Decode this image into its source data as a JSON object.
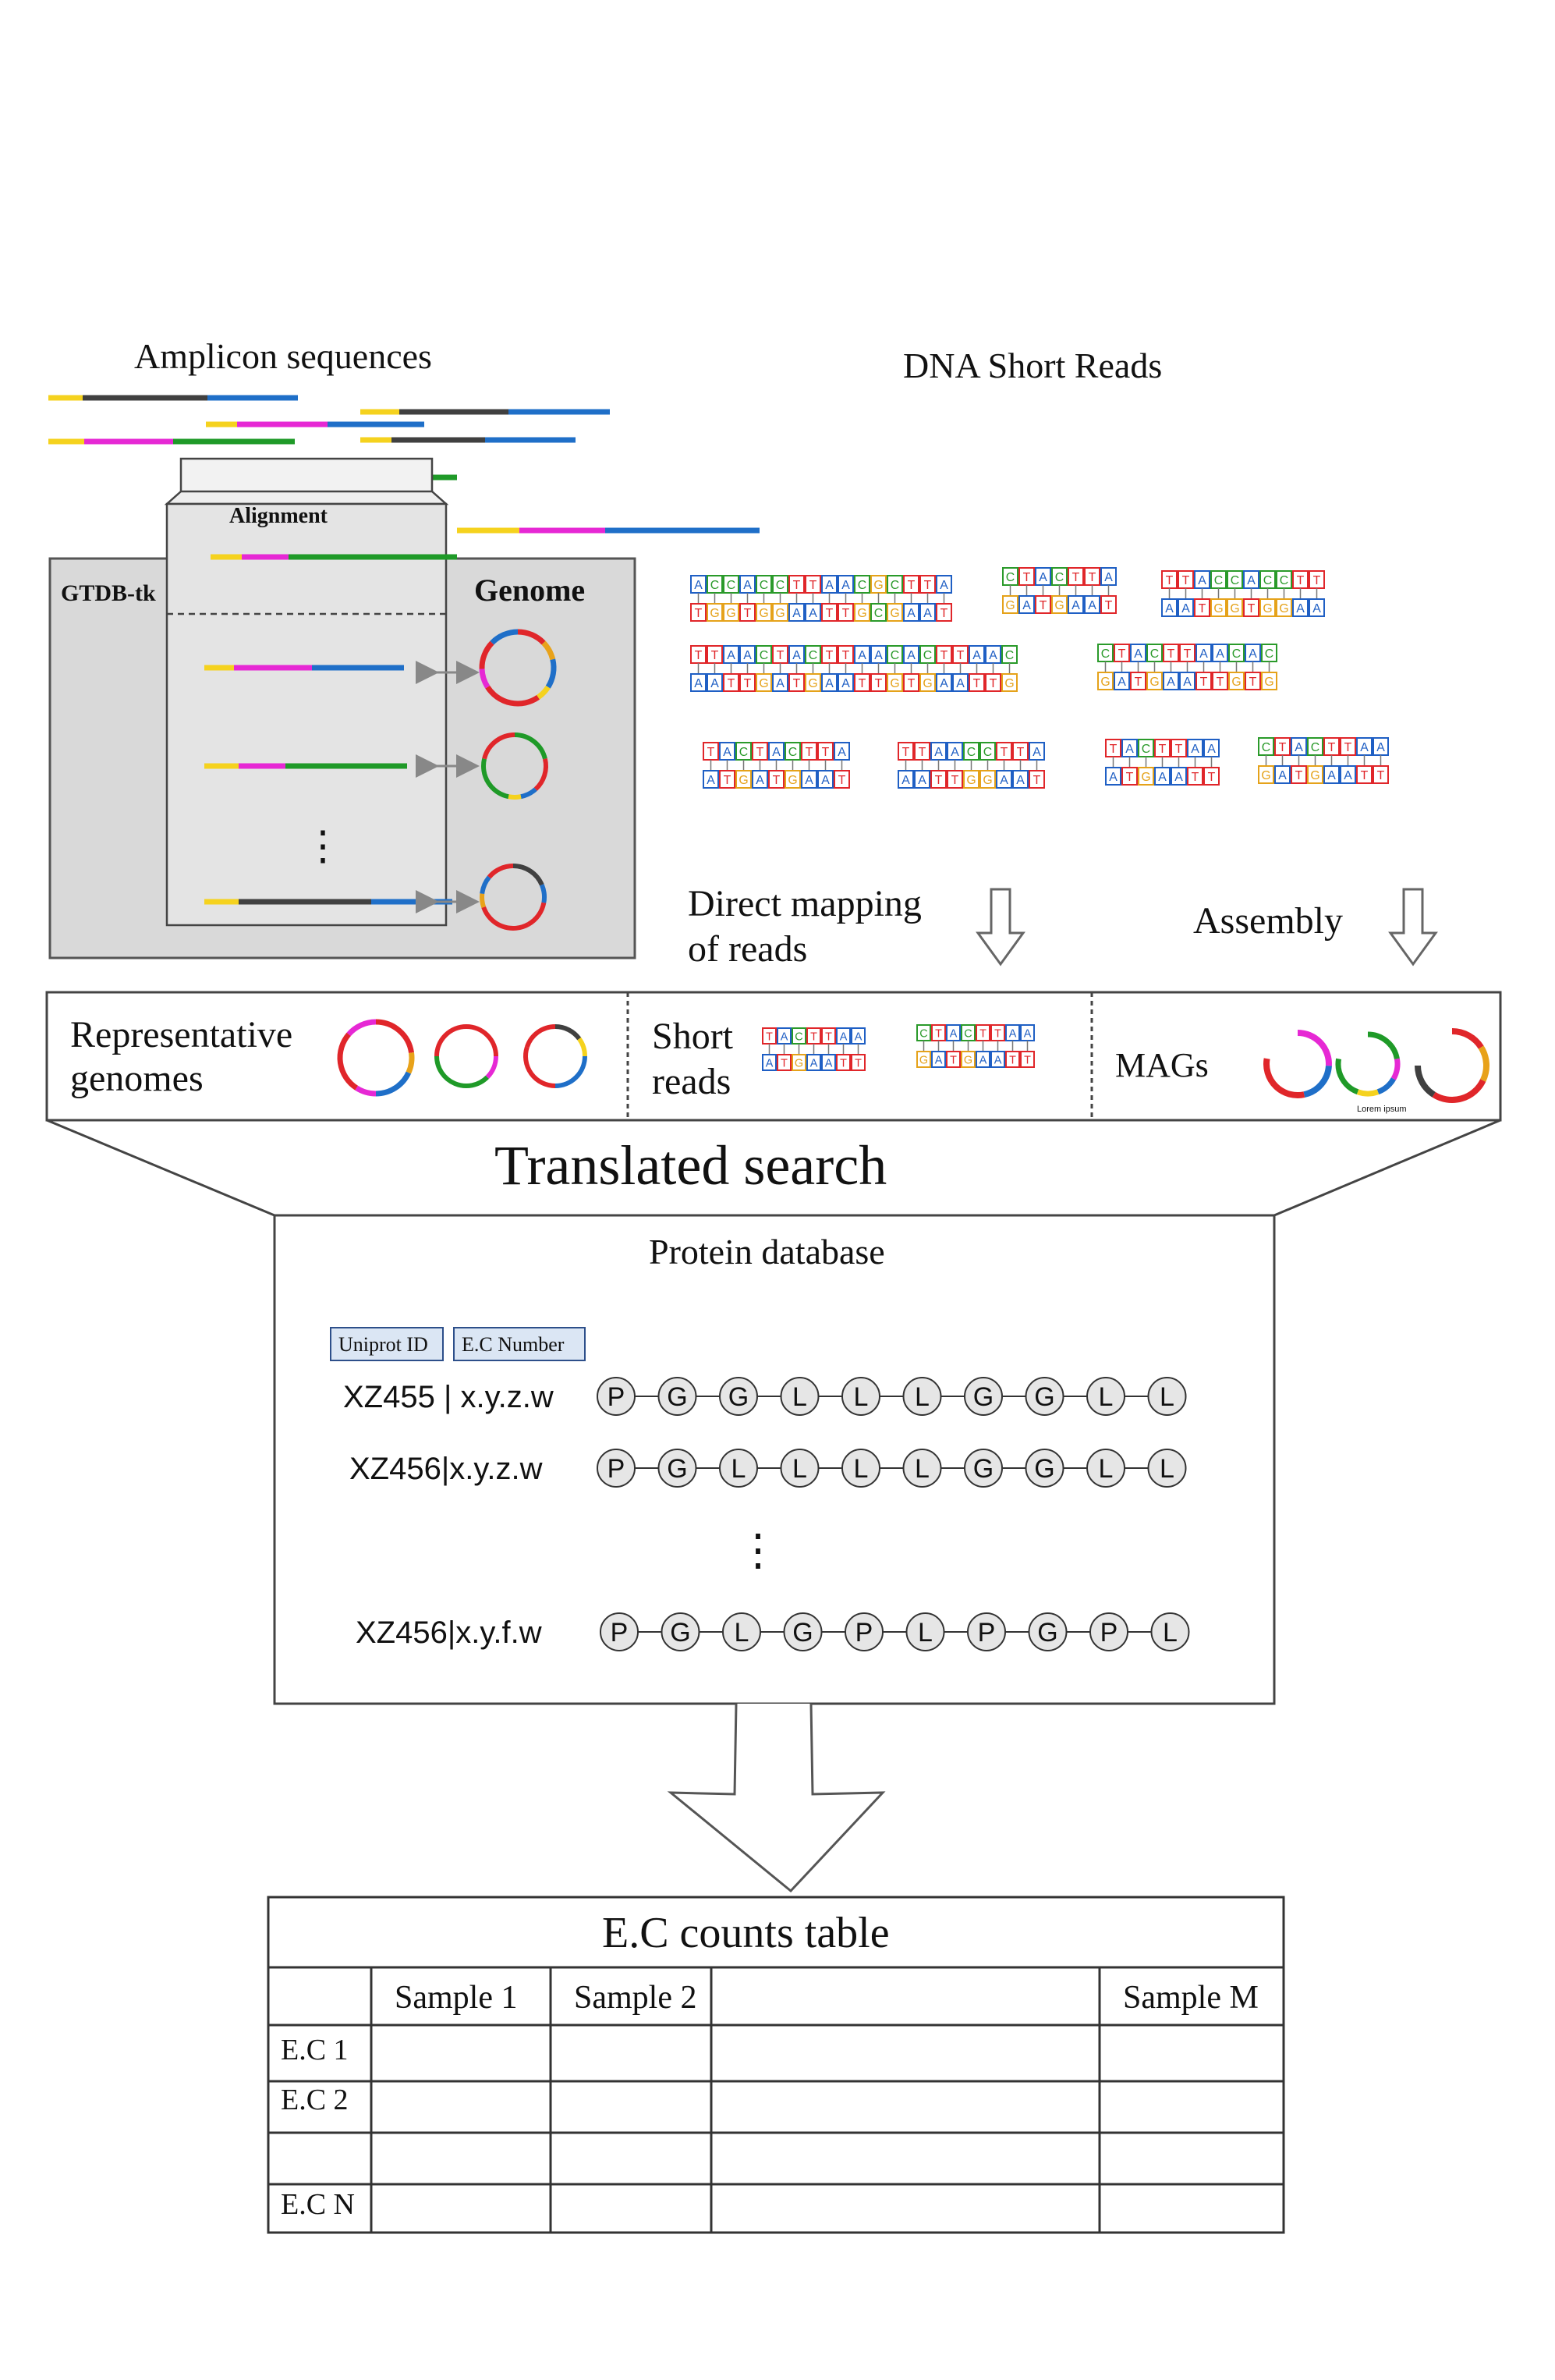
{
  "amplicon": {
    "title": "Amplicon sequences",
    "alignment_label": "Alignment",
    "gtdb_label": "GTDB-tk",
    "genome_label": "Genome",
    "vertical_ellipsis": "⋮"
  },
  "dna_reads": {
    "title": "DNA Short Reads",
    "direct_mapping_line1": "Direct mapping",
    "direct_mapping_line2": "of reads",
    "assembly_label": "Assembly",
    "read_groups": [
      {
        "top": "ACCACCTTAACGCTTA",
        "bottom": "TGGTGGAATTGCGAAT"
      },
      {
        "top": "CTACTTA",
        "bottom": "GATGAAT"
      },
      {
        "top": "TTACCACCTT",
        "bottom": "AATGGTGGAA"
      },
      {
        "top": "TTAACTACTTAACACTTAAC",
        "bottom": "AATTGATGAATTGTGAATTG"
      },
      {
        "top": "CTACTTAACAC",
        "bottom": "GATGAATTGTG"
      },
      {
        "top": "TACTACTTA",
        "bottom": "ATGATGAAT"
      },
      {
        "top": "TTAACCTTA",
        "bottom": "AATTGGAAT"
      },
      {
        "top": "TACTTAA",
        "bottom": "ATGAATT"
      },
      {
        "top": "CTACTTAA",
        "bottom": "GATGAATT"
      }
    ]
  },
  "middle_box": {
    "representative_line1": "Representative",
    "representative_line2": "genomes",
    "short_reads_line1": "Short",
    "short_reads_line2": "reads",
    "short_read_groups": [
      {
        "top": "TACTTAA",
        "bottom": "ATGAATT"
      },
      {
        "top": "CTACTTAA",
        "bottom": "GATGAATT"
      }
    ],
    "mags_label": "MAGs",
    "lorem": "Lorem ipsum"
  },
  "translated_search": {
    "title": "Translated search",
    "db_title": "Protein database",
    "header_uniprot": "Uniprot ID",
    "header_ec": "E.C Number",
    "rows": [
      {
        "id": "XZ455 | x.y.z.w",
        "seq": [
          "P",
          "G",
          "G",
          "L",
          "L",
          "L",
          "G",
          "G",
          "L",
          "L"
        ]
      },
      {
        "id": "XZ456|x.y.z.w",
        "seq": [
          "P",
          "G",
          "L",
          "L",
          "L",
          "L",
          "G",
          "G",
          "L",
          "L"
        ]
      },
      {
        "id": "XZ456|x.y.f.w",
        "seq": [
          "P",
          "G",
          "L",
          "G",
          "P",
          "L",
          "P",
          "G",
          "P",
          "L"
        ]
      }
    ],
    "vertical_ellipsis": "⋮"
  },
  "counts_table": {
    "title": "E.C counts table",
    "columns": [
      "",
      "Sample 1",
      "Sample 2",
      "",
      "Sample M"
    ],
    "rows": [
      "E.C 1",
      "E.C 2",
      "",
      "E.C N"
    ]
  },
  "colors": {
    "A": "#1f5fc4",
    "C": "#2a9a2a",
    "G": "#e5a21a",
    "T": "#e0262a",
    "yellow": "#f5d21e",
    "magenta": "#e628d4",
    "green": "#1f9a28",
    "blue": "#1f6fc8",
    "dark": "#404040",
    "panel": "#d9d9d9"
  }
}
